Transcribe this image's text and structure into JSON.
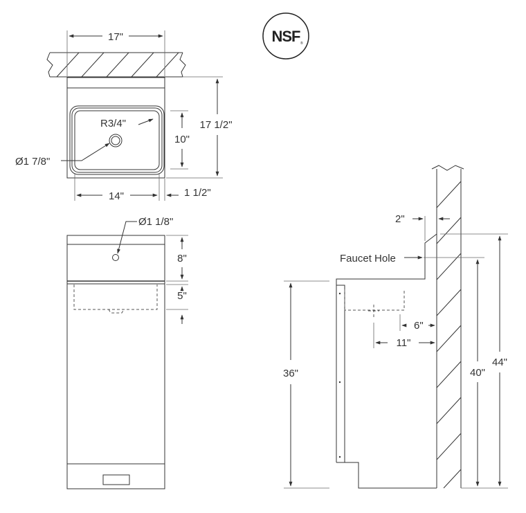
{
  "logo": {
    "text": "NSF",
    "registered": "®"
  },
  "top_view": {
    "width_label": "17\"",
    "depth_label": "17 1/2\"",
    "radius_label": "R3/4\"",
    "drain_label": "Ø1 7/8\"",
    "bowl_depth_label": "10\"",
    "bowl_width_label": "14\"",
    "edge_label": "1 1/2\""
  },
  "front_view": {
    "faucet_hole_label": "Ø1 1/8\"",
    "backsplash_label": "8\"",
    "bowl_label": "5\""
  },
  "side_view": {
    "wall_offset_label": "2\"",
    "faucet_hole_label": "Faucet Hole",
    "drain_offset_label": "6\"",
    "bowl_offset_label": "11\"",
    "counter_height_label": "36\"",
    "faucet_height_label": "40\"",
    "total_height_label": "44\""
  }
}
